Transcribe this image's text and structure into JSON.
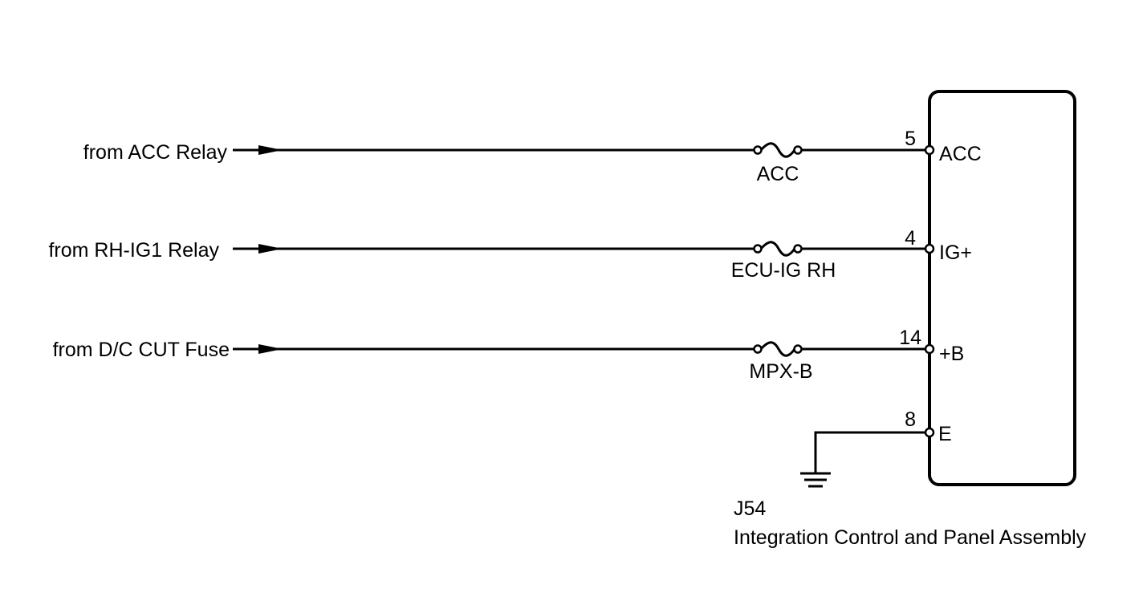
{
  "inputs": [
    {
      "source": "from ACC Relay",
      "fuse": "ACC",
      "pin": "5",
      "terminal": "ACC"
    },
    {
      "source": "from RH-IG1 Relay",
      "fuse": "ECU-IG RH",
      "pin": "4",
      "terminal": "IG+"
    },
    {
      "source": "from D/C CUT Fuse",
      "fuse": "MPX-B",
      "pin": "14",
      "terminal": "+B"
    }
  ],
  "ground": {
    "pin": "8",
    "terminal": "E"
  },
  "component": {
    "code": "J54",
    "name": "Integration Control and Panel Assembly"
  },
  "colors": {
    "line": "#000000",
    "background": "#ffffff"
  }
}
